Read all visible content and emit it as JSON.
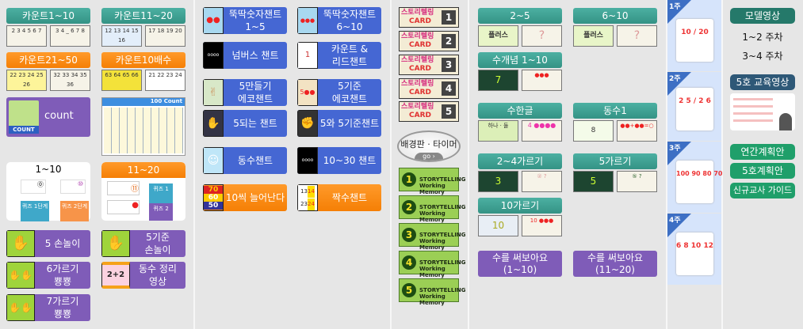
{
  "col1": {
    "count_1_10": "카운트1~10",
    "count_11_20": "카운트11~20",
    "count_21_50": "카운트21~50",
    "count_x10": "카운트10배수",
    "count": "count",
    "count_icon_label": "COUNT",
    "count_100": "100 Count",
    "quiz_a": {
      "title": "1~10",
      "quiz1": "퀴즈 1단계",
      "quiz2": "퀴즈 2단계"
    },
    "quiz_b": {
      "title": "11~20",
      "quiz1": "퀴즈 1",
      "quiz2": "퀴즈 2"
    },
    "hand5": "5 손놀이",
    "hand5base": "5기준\n손놀이",
    "split6": "6가르기\n뿅뿅",
    "doubles_video": "동수 정리\n영상",
    "split7": "7가르기\n뿅뿅",
    "doubles_icon": "2+2"
  },
  "col2": {
    "items": [
      "뚝딱숫자챈트\n1~5",
      "뚝딱숫자챈트\n6~10",
      "넘버스 챈트",
      "카운트 &\n리드챈트",
      "5만들기\n에코챈트",
      "5기준\n에코챈트",
      "5되는 챈트",
      "5와 5기준챈트",
      "동수챈트",
      "10~30 챈트",
      "10씩 늘어난다",
      "짝수챈트"
    ],
    "icon_70_60_50": [
      "70",
      "60",
      "50"
    ],
    "icon_even": [
      "13",
      "14",
      "23",
      "24"
    ]
  },
  "col3": {
    "story_title": "스토리텔링",
    "story_card": "CARD",
    "story_nums": [
      "1",
      "2",
      "3",
      "4",
      "5"
    ],
    "timer": "배경판 · 타이머",
    "timer_go": "go ›",
    "memory_line1": "STORYTELLING",
    "memory_line2": "Working Memory",
    "memory_nums": [
      "1",
      "2",
      "3",
      "4",
      "5"
    ]
  },
  "col4": {
    "h_2_5": "2~5",
    "h_6_10": "6~10",
    "h_concept": "수개념 1~10",
    "h_hangul": "수한글",
    "h_doubles": "동수1",
    "h_split24": "2~4가르기",
    "h_split5": "5가르기",
    "h_split10": "10가르기",
    "write1": "수를 써보아요\n(1~10)",
    "write2": "수를 써보아요\n(11~20)",
    "plus": "플러스"
  },
  "weeks": [
    {
      "label": "1주",
      "card": "10 / 20"
    },
    {
      "label": "2주",
      "card": "2 5 / 2 6"
    },
    {
      "label": "3주",
      "card": "100 90 80 70"
    },
    {
      "label": "4주",
      "card": "6 8 10 12"
    }
  ],
  "right": {
    "model_video": "모델영상",
    "weeks12": "1~2 주차",
    "weeks34": "3~4 주차",
    "edu_video": "5호 교육영상",
    "annual_plan": "연간계획안",
    "plan5": "5호계획안",
    "new_teacher": "신규교사 가이드"
  }
}
